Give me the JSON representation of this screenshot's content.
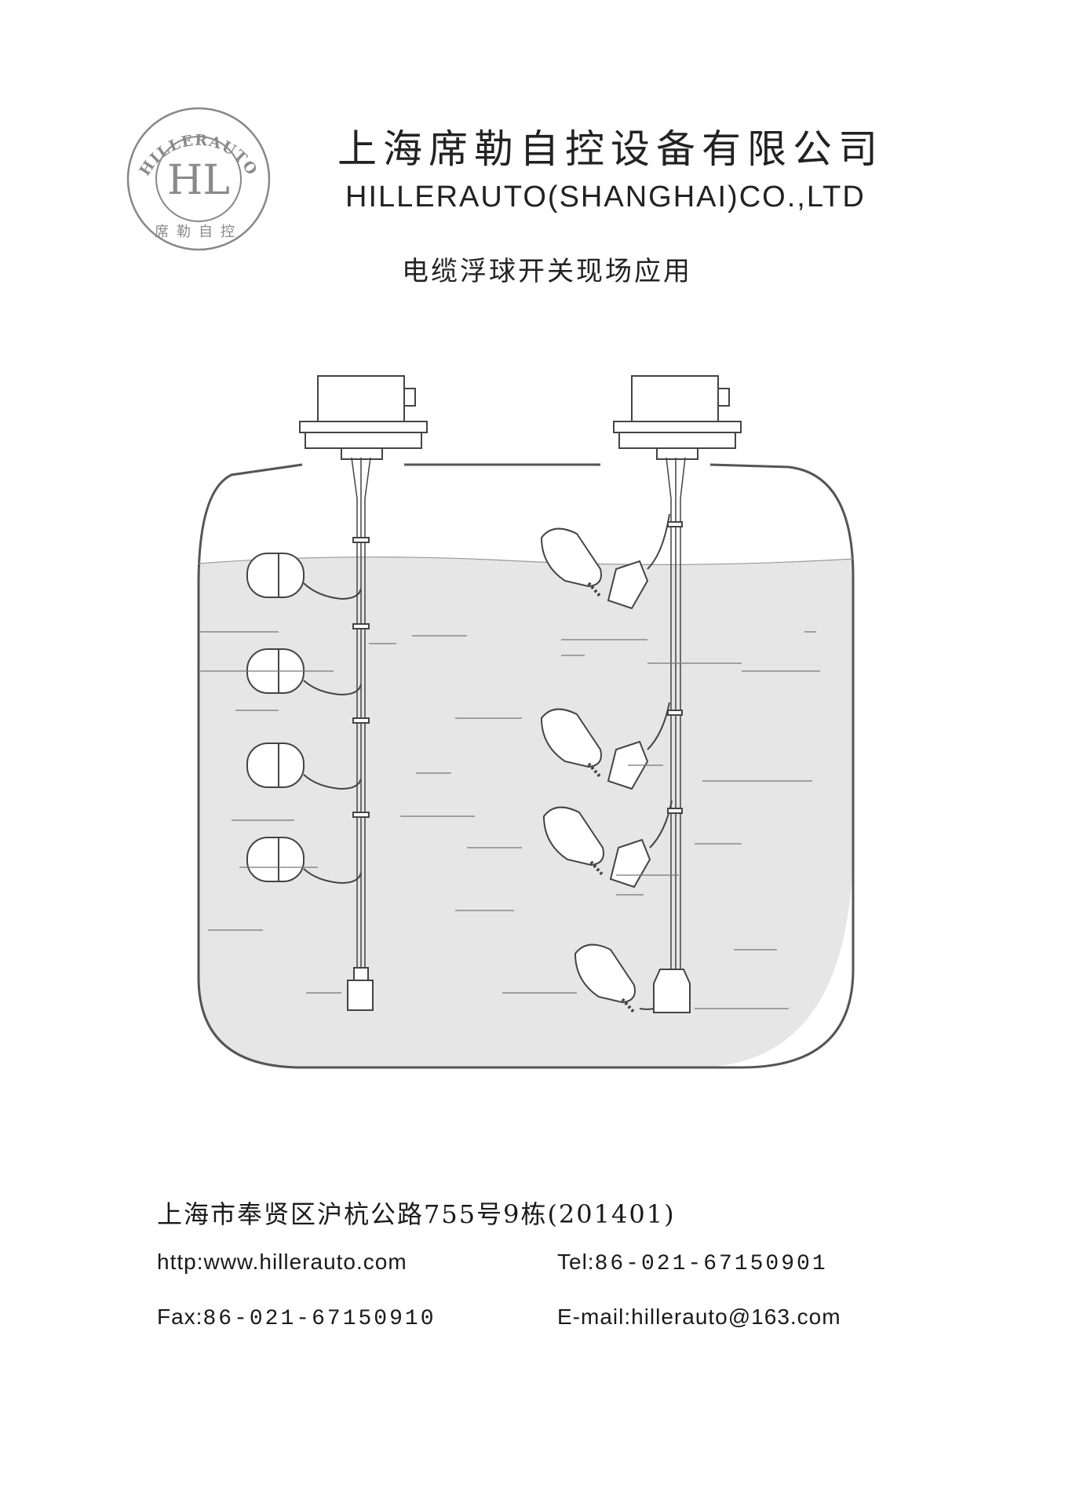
{
  "header": {
    "logo": {
      "ring_text": "HILLERAUTO",
      "monogram": "HL",
      "cn_text": "席勒自控"
    },
    "company_cn": "上海席勒自控设备有限公司",
    "company_en": "HILLERAUTO(SHANGHAI)CO.,LTD",
    "doc_title": "电缆浮球开关现场应用"
  },
  "diagram": {
    "description_visible_text": ""
  },
  "footer": {
    "address": "上海市奉贤区沪杭公路755号9栋(201401)",
    "website": "http:www.hillerauto.com",
    "tel_label": "Tel:",
    "tel_value": "86-021-67150901",
    "fax_label": "Fax:",
    "fax_value": "86-021-67150910",
    "email": "E-mail:hillerauto@163.com"
  },
  "colors": {
    "text": "#1a1a1a",
    "line": "#444444",
    "liquid": "#e6e6e6",
    "logo": "#888888"
  }
}
